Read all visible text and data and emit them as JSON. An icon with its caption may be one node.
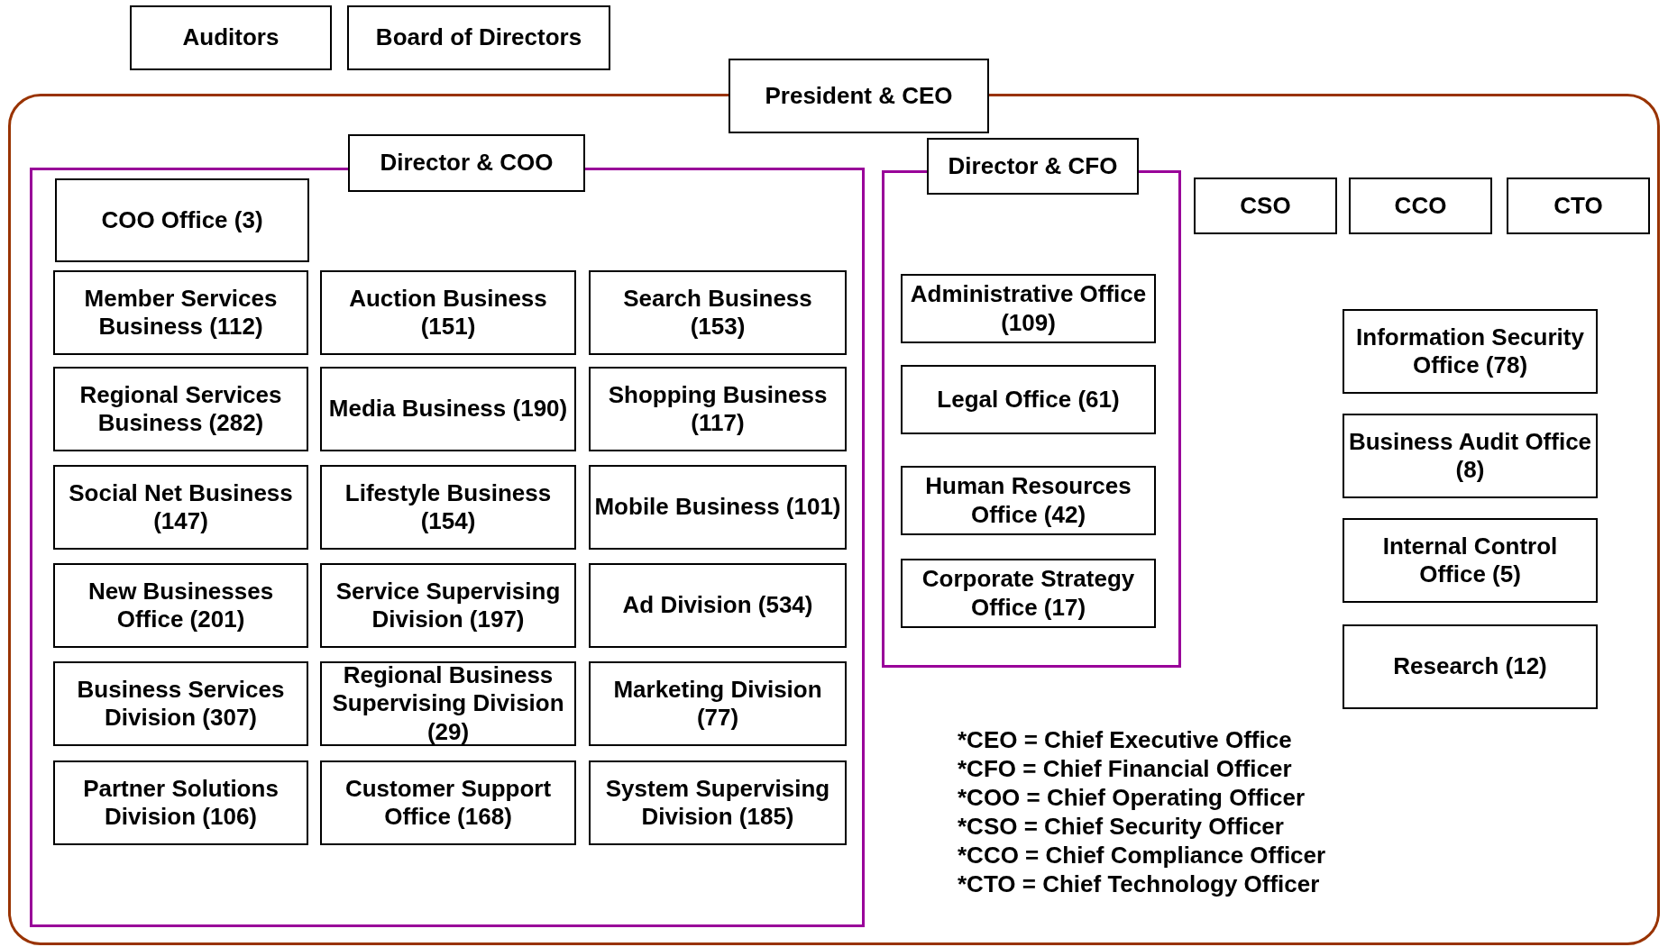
{
  "diagram": {
    "nodes": [
      {
        "text": [
          "Auditors"
        ]
      },
      {
        "text": [
          "Board of Directors"
        ]
      },
      {
        "text": [],
        "shape": "box"
      },
      {
        "text": [
          "President & CEO"
        ]
      },
      {
        "text": [],
        "shape": "box",
        "in": 2
      },
      {
        "text": [
          "Director & COO"
        ],
        "in": 2
      },
      {
        "text": [
          "COO Office (3)"
        ],
        "in": 4
      },
      {
        "text": [
          "Member Services Business (112)"
        ],
        "in": 4
      },
      {
        "text": [
          "Auction Business (151)"
        ],
        "in": 4
      },
      {
        "text": [
          "Search Business (153)"
        ],
        "in": 4
      },
      {
        "text": [
          "Regional Services Business (282)"
        ],
        "in": 4
      },
      {
        "text": [
          "Media Business (190)"
        ],
        "in": 4
      },
      {
        "text": [
          "Shopping Business (117)"
        ],
        "in": 4
      },
      {
        "text": [
          "Social Net Business (147)"
        ],
        "in": 4
      },
      {
        "text": [
          "Lifestyle Business (154)"
        ],
        "in": 4
      },
      {
        "text": [
          "Mobile Business (101)"
        ],
        "in": 4
      },
      {
        "text": [
          "New Businesses Office (201)"
        ],
        "in": 4
      },
      {
        "text": [
          "Service Supervising Division (197)"
        ],
        "in": 4
      },
      {
        "text": [
          "Ad Division (534)"
        ],
        "in": 4
      },
      {
        "text": [
          "Business Services Division (307)"
        ],
        "in": 4
      },
      {
        "text": [
          "Regional Business Supervising Division (29)"
        ],
        "in": 4
      },
      {
        "text": [
          "Marketing Division (77)"
        ],
        "in": 4
      },
      {
        "text": [
          "Partner Solutions Division (106)"
        ],
        "in": 4
      },
      {
        "text": [
          "Customer Support Office (168)"
        ],
        "in": 4
      },
      {
        "text": [
          "System Supervising Division (185)"
        ],
        "in": 4
      },
      {
        "text": [],
        "shape": "box",
        "in": 2
      },
      {
        "text": [
          "Director & CFO"
        ],
        "in": 2
      },
      {
        "text": [
          "Administrative Office (109)"
        ],
        "in": 25
      },
      {
        "text": [
          "Legal Office (61)"
        ],
        "in": 25
      },
      {
        "text": [
          "Human Resources Office (42)"
        ],
        "in": 25
      },
      {
        "text": [
          "Corporate Strategy Office (17)"
        ],
        "in": 25
      },
      {
        "text": [
          "CSO"
        ],
        "in": 2
      },
      {
        "text": [
          "CCO"
        ],
        "in": 2
      },
      {
        "text": [
          "CTO"
        ],
        "in": 2
      },
      {
        "text": [
          "Information Security Office (78)"
        ],
        "in": 2
      },
      {
        "text": [
          "Business Audit Office (8)"
        ],
        "in": 2
      },
      {
        "text": [
          "Internal Control Office (5)"
        ],
        "in": 2
      },
      {
        "text": [
          "Research (12)"
        ],
        "in": 2
      }
    ],
    "labels": [
      "*CEO = Chief Executive Office",
      "*CFO = Chief Financial Officer",
      "*COO = Chief Operating Officer",
      "*CSO = Chief Security Officer",
      "*CCO = Chief Compliance Officer",
      "*CTO = Chief Technology Officer"
    ]
  }
}
